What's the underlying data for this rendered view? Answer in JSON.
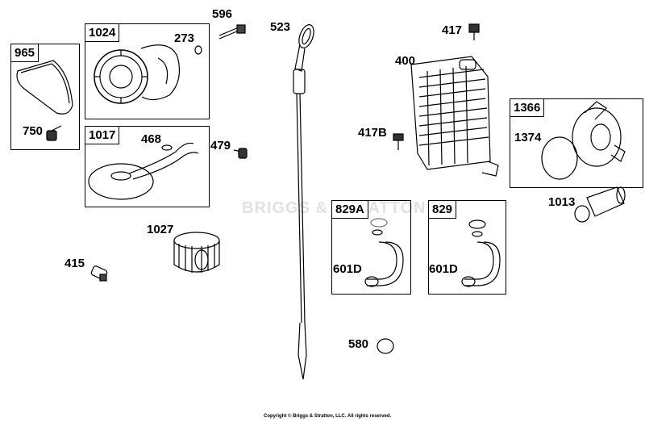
{
  "watermark": "BRIGGS & STRATTON",
  "copyright": "Copyright © Briggs & Stratton, LLC. All rights reserved.",
  "panels": {
    "p965": "965",
    "p1024": "1024",
    "p1017": "1017",
    "p829a": "829A",
    "p829": "829",
    "p1366": "1366"
  },
  "parts": {
    "p596": "596",
    "p523": "523",
    "p417": "417",
    "p400": "400",
    "p273": "273",
    "p750": "750",
    "p468": "468",
    "p479": "479",
    "p417b": "417B",
    "p1374": "1374",
    "p1013": "1013",
    "p1027": "1027",
    "p415": "415",
    "p601d_a": "601D",
    "p601d_b": "601D",
    "p580": "580"
  }
}
